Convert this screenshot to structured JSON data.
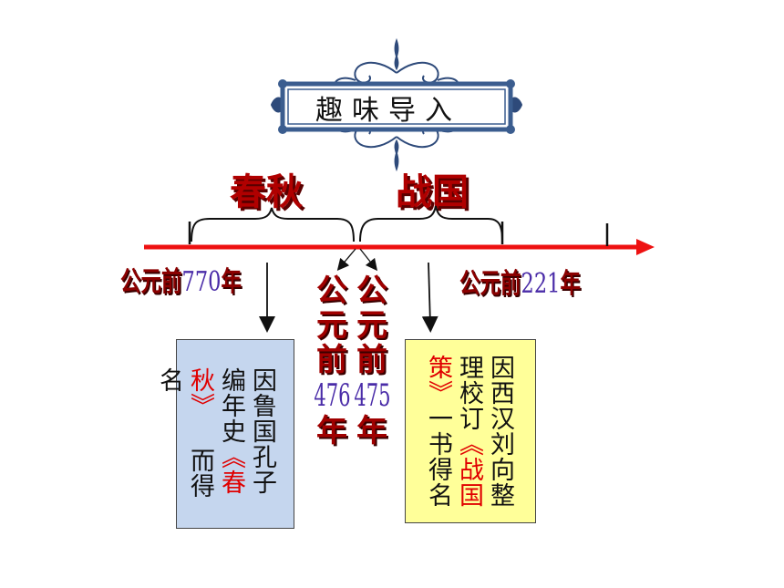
{
  "title": "趣味导入",
  "eras": {
    "spring_autumn": "春秋",
    "warring_states": "战国"
  },
  "dates": {
    "start": {
      "prefix": "公元前",
      "year": "770",
      "suffix": "年"
    },
    "end": {
      "prefix": "公元前",
      "year": "221",
      "suffix": "年"
    },
    "split_1": {
      "chars": [
        "公",
        "元",
        "前"
      ],
      "year": "476",
      "suffix": "年"
    },
    "split_2": {
      "chars": [
        "公",
        "元",
        "前"
      ],
      "year": "475",
      "suffix": "年"
    }
  },
  "notes": {
    "left": {
      "line1": "因鲁国孔子",
      "line2_plain": "编年史",
      "line2_red": "《春秋》",
      "line3": "而得名"
    },
    "right": {
      "line1": "因西汉刘向整",
      "line2_plain": "理校订",
      "line2_red": "《战国",
      "line3_red": "策》",
      "line3_plain": "一书得名"
    }
  },
  "colors": {
    "timeline": "#ee1111",
    "left_box": "#c5d6ee",
    "right_box": "#ffff99",
    "ornament": "#2e4a7a"
  }
}
